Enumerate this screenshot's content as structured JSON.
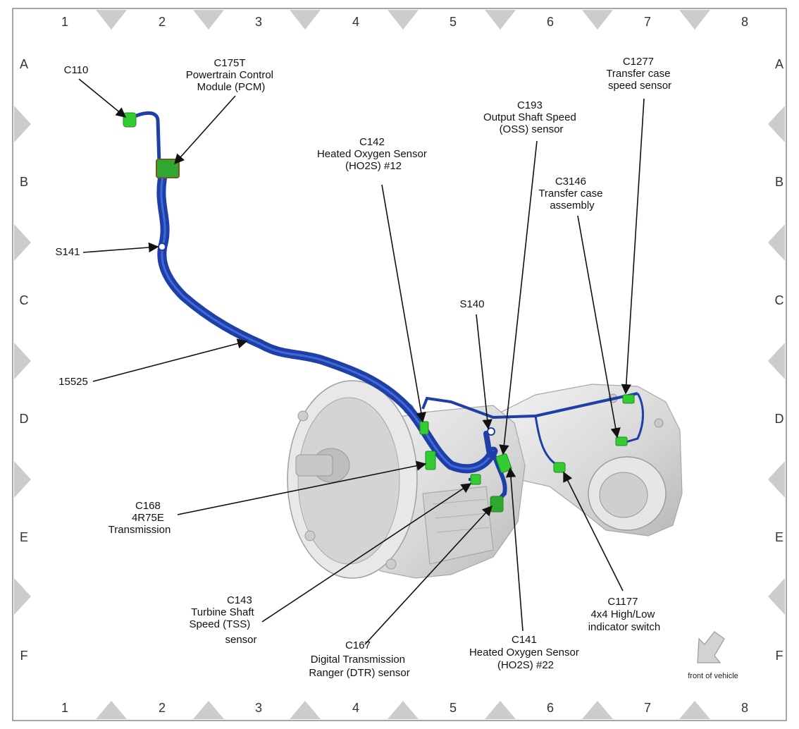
{
  "grid": {
    "columns": [
      "1",
      "2",
      "3",
      "4",
      "5",
      "6",
      "7",
      "8"
    ],
    "rows": [
      "A",
      "B",
      "C",
      "D",
      "E",
      "F"
    ]
  },
  "callouts": {
    "c110": [
      "C110"
    ],
    "c175t": [
      "C175T",
      "Powertrain Control",
      "Module (PCM)"
    ],
    "s141": [
      "S141"
    ],
    "w15525": [
      "15525"
    ],
    "c142": [
      "C142",
      "Heated Oxygen Sensor",
      "(HO2S) #12"
    ],
    "c193": [
      "C193",
      "Output Shaft Speed",
      "(OSS) sensor"
    ],
    "c1277": [
      "C1277",
      "Transfer case",
      "speed sensor"
    ],
    "c3146": [
      "C3146",
      "Transfer case",
      "assembly"
    ],
    "s140": [
      "S140"
    ],
    "c168": [
      "C168",
      "4R75E",
      "Transmission"
    ],
    "c143": [
      "C143",
      "Turbine Shaft",
      "Speed (TSS)",
      "sensor"
    ],
    "c167": [
      "C167",
      "Digital Transmission",
      "Ranger (DTR) sensor"
    ],
    "c141": [
      "C141",
      "Heated Oxygen Sensor",
      "(HO2S) #22"
    ],
    "c1177": [
      "C1177",
      "4x4 High/Low",
      "indicator switch"
    ]
  },
  "front_of_vehicle": "front of vehicle",
  "colors": {
    "harness": "#1e3fa8",
    "harness_highlight": "#4a74e0",
    "connector": "#33cc33",
    "marker": "#cccccc",
    "housing": "#dadada"
  }
}
